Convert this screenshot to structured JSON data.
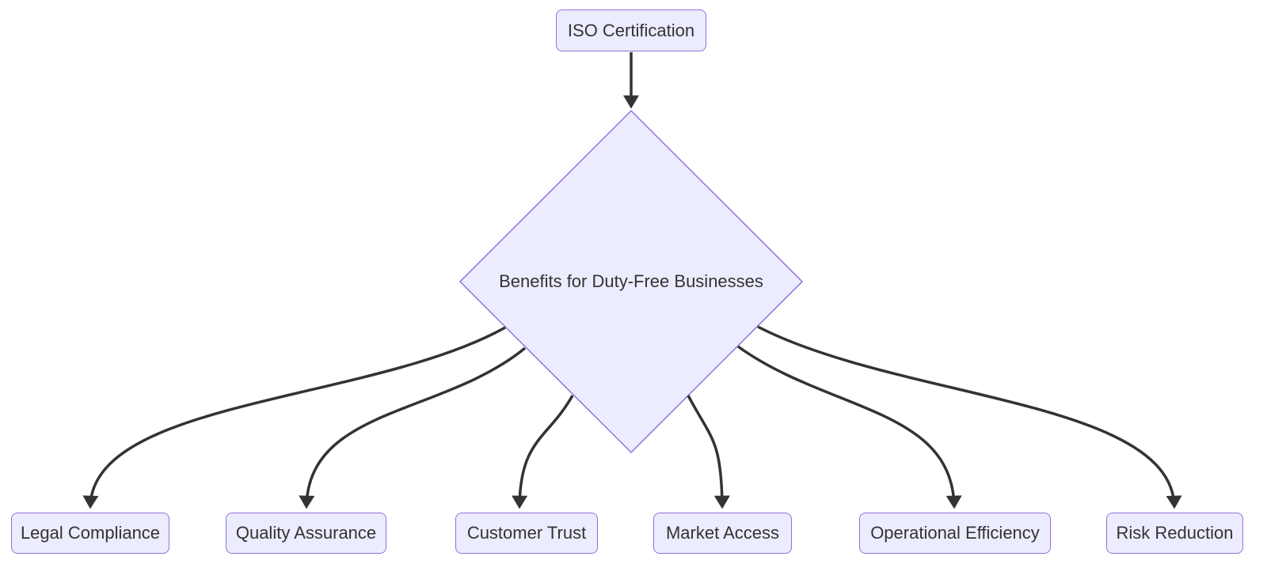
{
  "diagram": {
    "type": "flowchart",
    "root": {
      "label": "ISO Certification"
    },
    "decision": {
      "label": "Benefits for Duty-Free Businesses"
    },
    "benefits": [
      {
        "label": "Legal Compliance"
      },
      {
        "label": "Quality Assurance"
      },
      {
        "label": "Customer Trust"
      },
      {
        "label": "Market Access"
      },
      {
        "label": "Operational Efficiency"
      },
      {
        "label": "Risk Reduction"
      }
    ],
    "edges": [
      {
        "from": "ISO Certification",
        "to": "Benefits for Duty-Free Businesses"
      },
      {
        "from": "Benefits for Duty-Free Businesses",
        "to": "Legal Compliance"
      },
      {
        "from": "Benefits for Duty-Free Businesses",
        "to": "Quality Assurance"
      },
      {
        "from": "Benefits for Duty-Free Businesses",
        "to": "Customer Trust"
      },
      {
        "from": "Benefits for Duty-Free Businesses",
        "to": "Market Access"
      },
      {
        "from": "Benefits for Duty-Free Businesses",
        "to": "Operational Efficiency"
      },
      {
        "from": "Benefits for Duty-Free Businesses",
        "to": "Risk Reduction"
      }
    ],
    "colors": {
      "node_fill": "#ECECFF",
      "node_border": "#9370DB",
      "edge": "#333333",
      "text": "#333333",
      "canvas": "#FFFFFF"
    }
  }
}
